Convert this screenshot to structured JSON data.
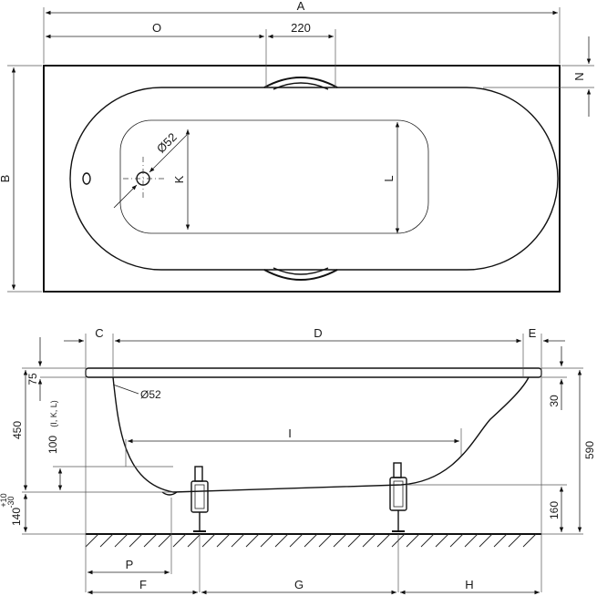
{
  "top_view": {
    "dim_A": "A",
    "dim_O": "O",
    "dim_220": "220",
    "dim_N": "N",
    "dim_B": "B",
    "dim_K": "K",
    "dim_L": "L",
    "dim_diam52": "Ø52"
  },
  "side_view": {
    "dim_C": "C",
    "dim_D": "D",
    "dim_E": "E",
    "dim_75": "75",
    "dim_diam52": "Ø52",
    "dim_450": "450",
    "dim_100": "100",
    "dim_100_sub": "(I, K, L)",
    "dim_I": "I",
    "dim_140": "140",
    "dim_140_plus": "+10",
    "dim_140_minus": "-30",
    "dim_30": "30",
    "dim_590": "590",
    "dim_160": "160",
    "dim_P": "P",
    "dim_F": "F",
    "dim_G": "G",
    "dim_H": "H"
  }
}
